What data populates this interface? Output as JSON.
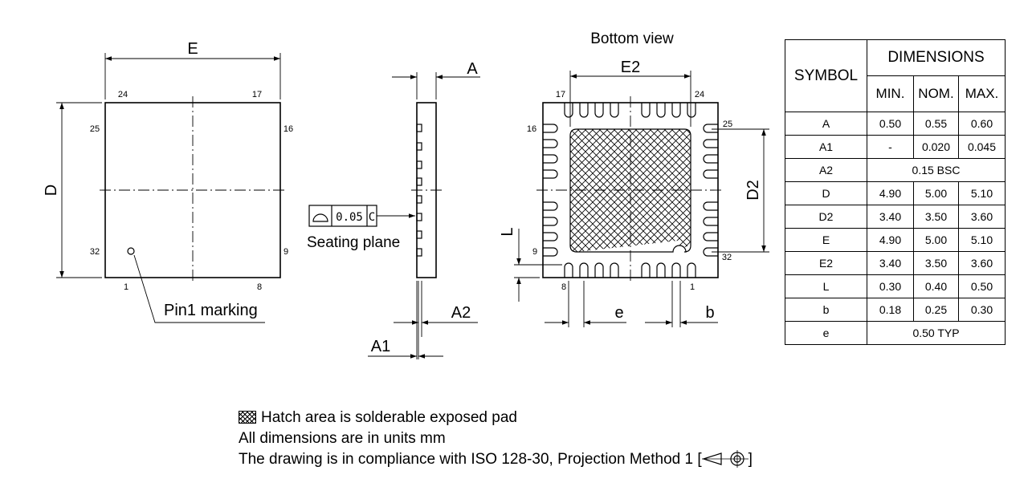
{
  "top_view": {
    "dim_E": "E",
    "dim_D": "D",
    "pin_24": "24",
    "pin_17": "17",
    "pin_25": "25",
    "pin_16": "16",
    "pin_32": "32",
    "pin_9": "9",
    "pin_1": "1",
    "pin_8": "8",
    "pin1_marking": "Pin1 marking"
  },
  "side_view": {
    "dim_A": "A",
    "dim_A2": "A2",
    "dim_A1": "A1",
    "tolerance_value": "0.05",
    "datum": "C",
    "seating_plane": "Seating plane"
  },
  "bottom_view": {
    "title": "Bottom view",
    "dim_E2": "E2",
    "dim_D2": "D2",
    "dim_L": "L",
    "dim_e": "e",
    "dim_b": "b",
    "pin_17": "17",
    "pin_24": "24",
    "pin_16": "16",
    "pin_25": "25",
    "pin_9": "9",
    "pin_32": "32",
    "pin_8": "8",
    "pin_1": "1"
  },
  "table": {
    "symbol_header": "SYMBOL",
    "dimensions_header": "DIMENSIONS",
    "min_header": "MIN.",
    "nom_header": "NOM.",
    "max_header": "MAX.",
    "rows": [
      {
        "symbol": "A",
        "min": "0.50",
        "nom": "0.55",
        "max": "0.60"
      },
      {
        "symbol": "A1",
        "min": "-",
        "nom": "0.020",
        "max": "0.045"
      },
      {
        "symbol": "A2",
        "span": "0.15 BSC"
      },
      {
        "symbol": "D",
        "min": "4.90",
        "nom": "5.00",
        "max": "5.10"
      },
      {
        "symbol": "D2",
        "min": "3.40",
        "nom": "3.50",
        "max": "3.60"
      },
      {
        "symbol": "E",
        "min": "4.90",
        "nom": "5.00",
        "max": "5.10"
      },
      {
        "symbol": "E2",
        "min": "3.40",
        "nom": "3.50",
        "max": "3.60"
      },
      {
        "symbol": "L",
        "min": "0.30",
        "nom": "0.40",
        "max": "0.50"
      },
      {
        "symbol": "b",
        "min": "0.18",
        "nom": "0.25",
        "max": "0.30"
      },
      {
        "symbol": "e",
        "span": "0.50 TYP"
      }
    ]
  },
  "notes": {
    "hatch_note": "Hatch area is solderable exposed pad",
    "units_note": "All dimensions are in units mm",
    "compliance_note_prefix": "The drawing is in compliance with ISO 128-30, Projection Method 1 [",
    "compliance_note_suffix": "]"
  },
  "icons": {
    "hatch_swatch": "hatch-swatch-icon",
    "projection_symbol": "first-angle-projection-icon",
    "flatness_symbol": "flatness-tolerance-icon"
  }
}
